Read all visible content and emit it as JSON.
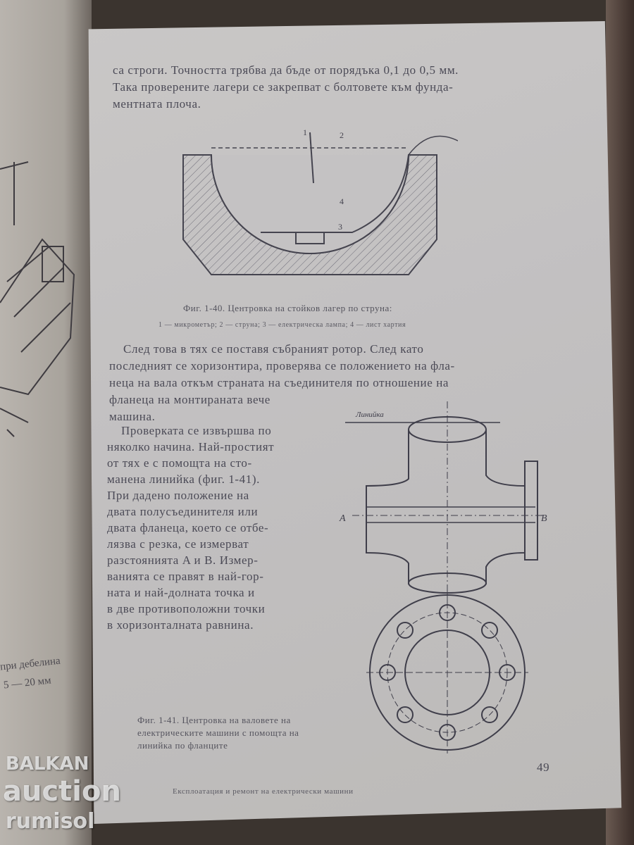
{
  "top_paragraph": [
    "са строги. Точността трябва да бъде от порядъка 0,1 до 0,5 мм.",
    "Така проверените лагери се закрепват с болтовете към фунда-",
    "ментната плоча."
  ],
  "figure_1_40": {
    "caption": "Фиг. 1-40. Центровка на стойков лагер по струна:",
    "legend": "1 — микрометър; 2 — струна; 3 — електрическа лампа; 4 — лист хартия",
    "labels": [
      "1",
      "2",
      "3",
      "4"
    ]
  },
  "main_paragraph": [
    "След това в тях се поставя събраният ротор. След като",
    "последният се хоризонтира, проверява се положението на фла-",
    "неца на вала откъм страната на съединителя по отношение на",
    "фланеца на монтираната вече",
    "машина."
  ],
  "column_paragraph": [
    "Проверката се извършва по",
    "няколко начина. Най-простият",
    "от тях е с помощта на сто-",
    "манена линийка (фиг. 1-41).",
    "При дадено положение на",
    "двата полусъединителя или",
    "двата фланеца, което се отбе-",
    "лязва с резка, се измерват",
    "разстоянията A и B. Измер-",
    "ванията се правят в най-гор-",
    "ната и най-долната точка и",
    "в две противоположни точки",
    "в хоризонталната равнина."
  ],
  "figure_1_41": {
    "label_ruler": "Линийка",
    "label_a": "A",
    "label_b": "B",
    "caption": [
      "Фиг. 1-41. Центровка на валовете на",
      "електрическите машини с помощта на",
      "линийка по фланците"
    ]
  },
  "page_number": "49",
  "footer": "Експлоатация и ремонт на електрически машини",
  "left_page_fragments": [
    "при дебелина",
    "5 — 20 мм"
  ],
  "watermark": {
    "line1": "BALKAN",
    "line2": "auction",
    "line3": "rumisol"
  }
}
